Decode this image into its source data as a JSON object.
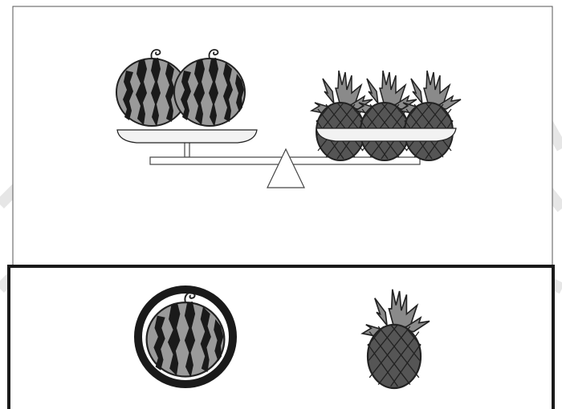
{
  "colors": {
    "watermelon_rind": "#9a9a9a",
    "watermelon_stripe": "#1a1a1a",
    "pineapple_body": "#555555",
    "pineapple_leaves": "#8a8a8a",
    "outline": "#222222",
    "plate": "#f2f2f2",
    "scale_line": "#444444",
    "selection_ring": "#1a1a1a",
    "faint_watermark": "#e6e6e6"
  },
  "scene": {
    "balance": {
      "left_pan": {
        "item": "watermelon",
        "count": 2
      },
      "right_pan": {
        "item": "pineapple",
        "count": 3
      },
      "state": "balanced"
    },
    "choices": [
      {
        "item": "watermelon",
        "selected": true
      },
      {
        "item": "pineapple",
        "selected": false
      }
    ]
  }
}
